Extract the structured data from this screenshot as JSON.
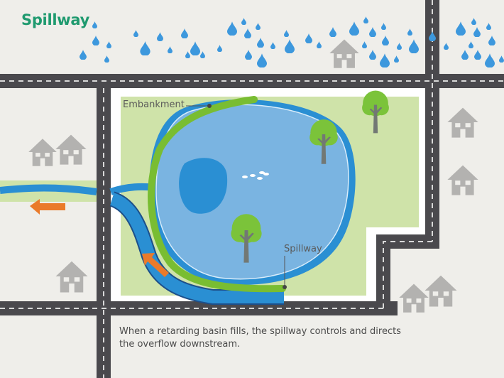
{
  "title": "Spillway",
  "labels": {
    "embankment": "Embankment",
    "spillway": "Spillway"
  },
  "caption": "When a retarding basin fills, the spillway controls and directs the overflow downstream.",
  "colors": {
    "background": "#efeeea",
    "road": "#4a494d",
    "road_dash": "#d9d9d9",
    "grass": "#cfe3a9",
    "water_light": "#7ab4e1",
    "water_dark": "#2a8fd3",
    "embankment": "#79bd32",
    "arrow": "#ea7a2a",
    "house": "#b3b2b0",
    "title": "#1f9a6f"
  },
  "icons": [
    "rain-drop-icon",
    "house-icon",
    "tree-icon",
    "duck-icon",
    "arrow-icon",
    "grass-tuft-icon"
  ]
}
